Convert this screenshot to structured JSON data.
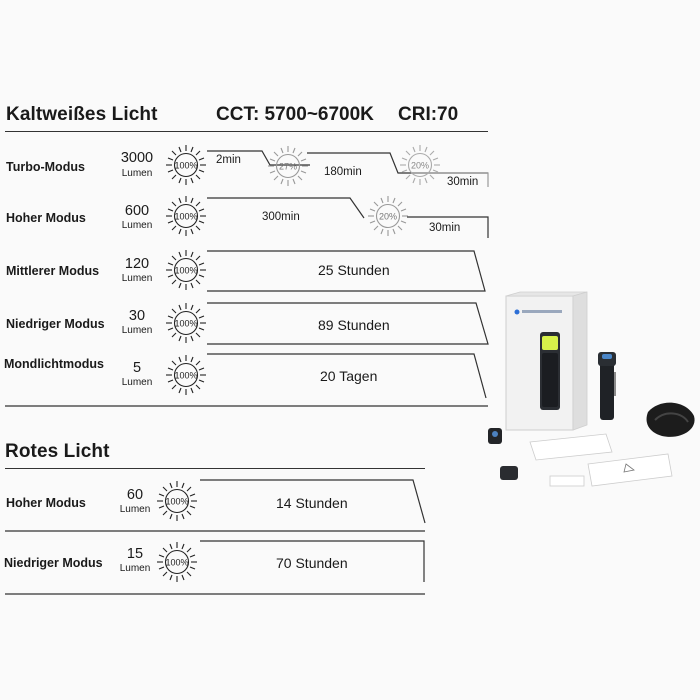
{
  "white_section": {
    "title": "Kaltweißes Licht",
    "cct": "CCT: 5700~6700K",
    "cri": "CRI:70",
    "rows": [
      {
        "mode": "Turbo-Modus",
        "lumen": "3000",
        "unit": "Lumen",
        "pct": "100%",
        "steps": [
          {
            "time": "2min"
          },
          {
            "pct": "27%",
            "time": "180min"
          },
          {
            "pct": "20%",
            "time": "30min"
          }
        ]
      },
      {
        "mode": "Hoher Modus",
        "lumen": "600",
        "unit": "Lumen",
        "pct": "100%",
        "steps": [
          {
            "time": "300min"
          },
          {
            "pct": "20%",
            "time": "30min"
          }
        ]
      },
      {
        "mode": "Mittlerer Modus",
        "lumen": "120",
        "unit": "Lumen",
        "pct": "100%",
        "duration": "25 Stunden"
      },
      {
        "mode": "Niedriger Modus",
        "lumen": "30",
        "unit": "Lumen",
        "pct": "100%",
        "duration": "89 Stunden"
      },
      {
        "mode": "Mondlichtmodus",
        "lumen": "5",
        "unit": "Lumen",
        "pct": "100%",
        "duration": "20 Tagen"
      }
    ]
  },
  "red_section": {
    "title": "Rotes Licht",
    "rows": [
      {
        "mode": "Hoher Modus",
        "lumen": "60",
        "unit": "Lumen",
        "pct": "100%",
        "duration": "14 Stunden"
      },
      {
        "mode": "Niedriger Modus",
        "lumen": "15",
        "unit": "Lumen",
        "pct": "100%",
        "duration": "70 Stunden"
      }
    ]
  },
  "colors": {
    "line": "#333333",
    "sun": "#222222",
    "sun_faded": "#9a9a9a",
    "background": "#fafafa"
  },
  "icons": [
    "sun-burst-icon"
  ]
}
